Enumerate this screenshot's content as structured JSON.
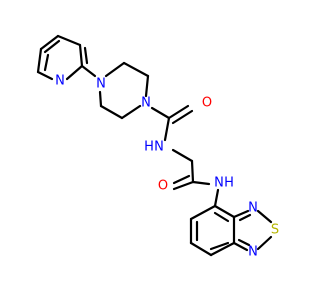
{
  "molecule": {
    "atoms": {
      "pyridine_n": "N",
      "piperazine_n_top": "N",
      "piperazine_n_bottom": "N",
      "carbonyl_o_top": "O",
      "amide_nh_top_n": "N",
      "amide_nh_top_h": "H",
      "carbonyl_o_bottom": "O",
      "amide_nh_bottom_n": "N",
      "amide_nh_bottom_h": "H",
      "thiadiazole_n_top": "N",
      "thiadiazole_s": "S",
      "thiadiazole_n_bottom": "N"
    },
    "colors": {
      "nitrogen": "#0000ff",
      "oxygen": "#ff0000",
      "sulfur": "#b5b500",
      "bond": "#000000",
      "background": "#ffffff"
    }
  }
}
